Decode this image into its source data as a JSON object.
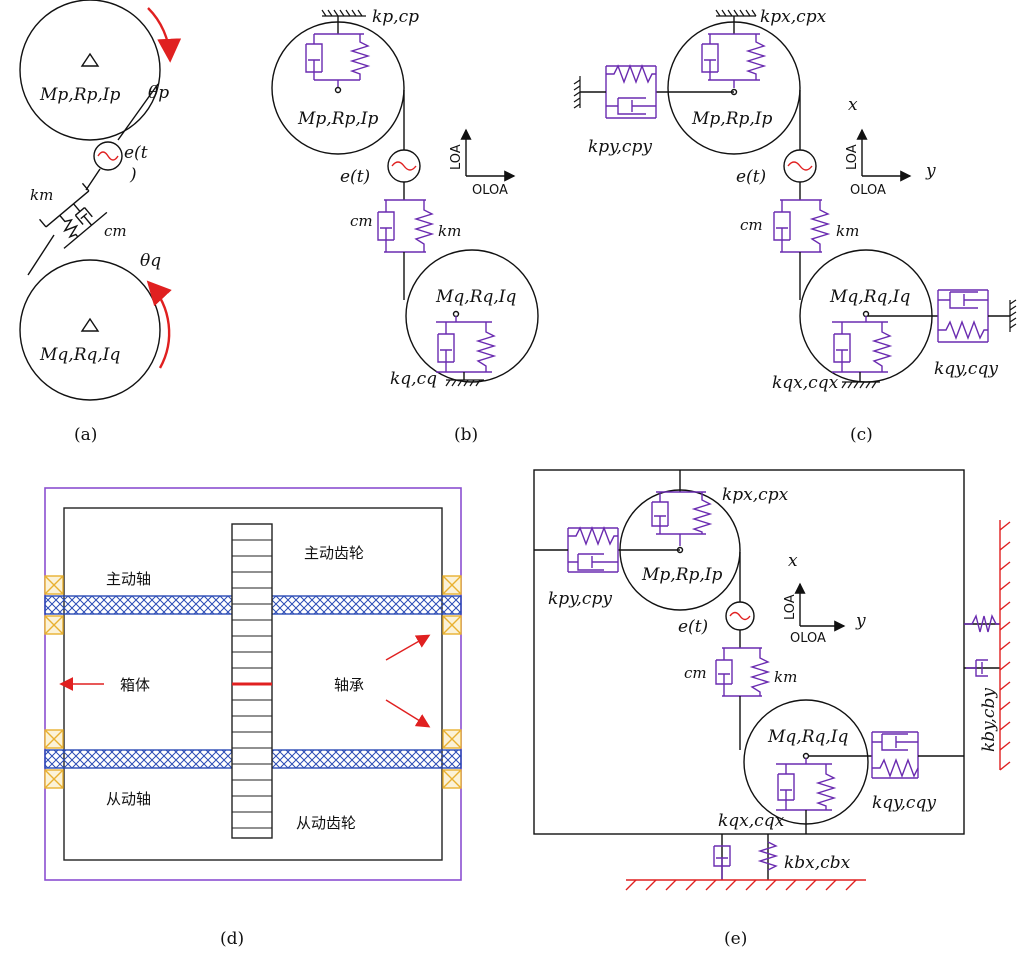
{
  "captions": [
    "(a)",
    "(b)",
    "(c)",
    "(d)",
    "(e)"
  ],
  "panel_a": {
    "theta_p": "θp",
    "theta_q": "θq",
    "gear_p": "Mp,Rp,Ip",
    "gear_q": "Mq,Rq,Iq",
    "error_top": "e(t",
    "error_bottom": ")",
    "km": "km",
    "cm": "cm"
  },
  "panel_b": {
    "support_p": "kp,cp",
    "gear_p": "Mp,Rp,Ip",
    "error": "e(t)",
    "cm": "cm",
    "km": "km",
    "gear_q": "Mq,Rq,Iq",
    "support_q": "kq,cq",
    "axis_loa": "LOA",
    "axis_oloa": "OLOA"
  },
  "panel_c": {
    "support_px": "kpx,cpx",
    "support_py": "kpy,cpy",
    "gear_p": "Mp,Rp,Ip",
    "error": "e(t)",
    "cm": "cm",
    "km": "km",
    "gear_q": "Mq,Rq,Iq",
    "support_qx": "kqx,cqx",
    "support_qy": "kqy,cqy",
    "axis_loa": "LOA",
    "axis_oloa": "OLOA",
    "x": "x",
    "y": "y"
  },
  "panel_d": {
    "driving_gear": "主动齿轮",
    "driving_shaft": "主动轴",
    "housing": "箱体",
    "bearing": "轴承",
    "driven_shaft": "从动轴",
    "driven_gear": "从动齿轮"
  },
  "panel_e": {
    "support_px": "kpx,cpx",
    "support_py": "kpy,cpy",
    "gear_p": "Mp,Rp,Ip",
    "error": "e(t)",
    "cm": "cm",
    "km": "km",
    "gear_q": "Mq,Rq,Iq",
    "support_qx": "kqx,cqx",
    "support_qy": "kqy,cqy",
    "support_bx": "kbx,cbx",
    "support_by": "kby,cby",
    "axis_loa": "LOA",
    "axis_oloa": "OLOA",
    "x": "x",
    "y": "y"
  },
  "colors": {
    "spring": "#6a2bb0",
    "arrow": "#e02020",
    "housing": "#8b4fd0",
    "shaft": "#2a4bb5",
    "bearing": "#e8b030"
  }
}
